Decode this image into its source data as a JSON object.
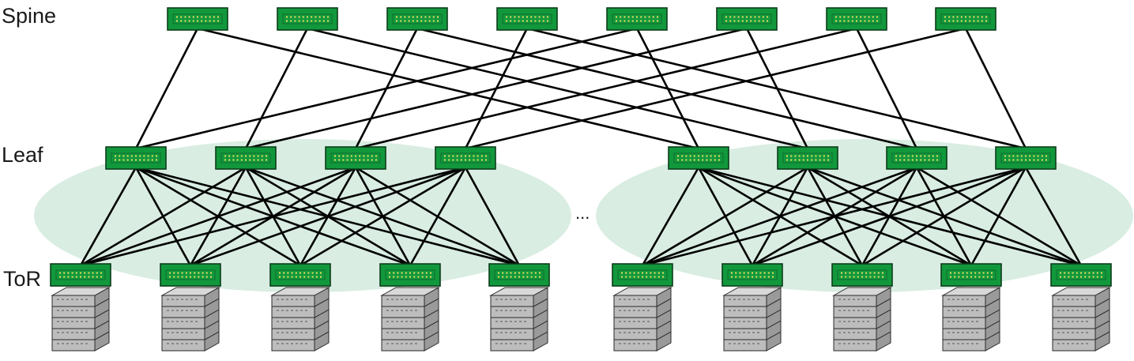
{
  "labels": {
    "spine": "Spine",
    "leaf": "Leaf",
    "tor": "ToR",
    "ellipsis": "..."
  },
  "colors": {
    "switch_fill": "#12983c",
    "switch_border": "#0c3d1a",
    "port_dot": "#e8e060",
    "pod_fill": "#d9ede2",
    "link": "#000000",
    "server_top": "#d8d8d8",
    "server_side": "#9a9a9a",
    "server_front": "#bdbdbd"
  },
  "topology": {
    "spine_count": 8,
    "pods": 2,
    "leaves_per_pod": 4,
    "tors_per_pod": 5,
    "servers_per_tor": 1,
    "spine_to_leaf": "each spine connects to one leaf per pod",
    "leaf_to_tor": "full mesh within pod"
  },
  "icons": {
    "switch": "network-switch-icon",
    "server": "server-stack-icon"
  }
}
